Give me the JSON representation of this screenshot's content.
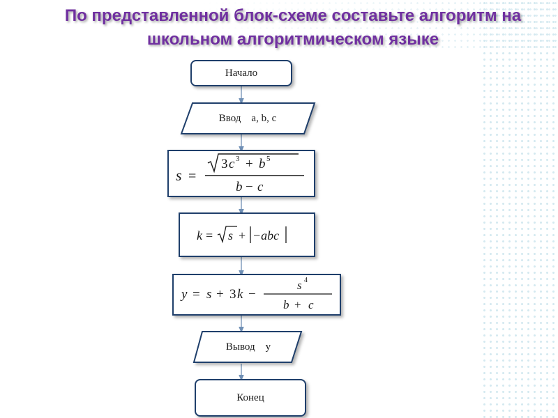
{
  "title": {
    "text": "По представленной блок-схеме составьте алгоритм на школьном алгоритмическом языке"
  },
  "flowchart": {
    "start": "Начало",
    "input": "Ввод    a, b, c",
    "formula1": {
      "lhs": "s",
      "equals": "=",
      "num_coef": "3",
      "num_var1": "c",
      "num_exp1": "3",
      "num_plus": "+",
      "num_var2": "b",
      "num_exp2": "5",
      "den_left": "b",
      "den_minus": "−",
      "den_right": "c"
    },
    "formula2": {
      "lhs": "k",
      "equals": "=",
      "root_var": "s",
      "plus": "+",
      "abs_content": "−abc"
    },
    "formula3": {
      "lhs": "y",
      "equals": "=",
      "term1": "s",
      "plus": "+",
      "coef": "3",
      "term2": "k",
      "minus": "−",
      "frac_num_var": "s",
      "frac_num_exp": "4",
      "frac_den_left": "b",
      "frac_den_plus": "+",
      "frac_den_right": "c"
    },
    "output": "Вывод    y",
    "end": "Конец"
  },
  "colors": {
    "title": "#7030a0",
    "box_border": "#1f3f6b",
    "arrow": "#6f8fb5"
  }
}
